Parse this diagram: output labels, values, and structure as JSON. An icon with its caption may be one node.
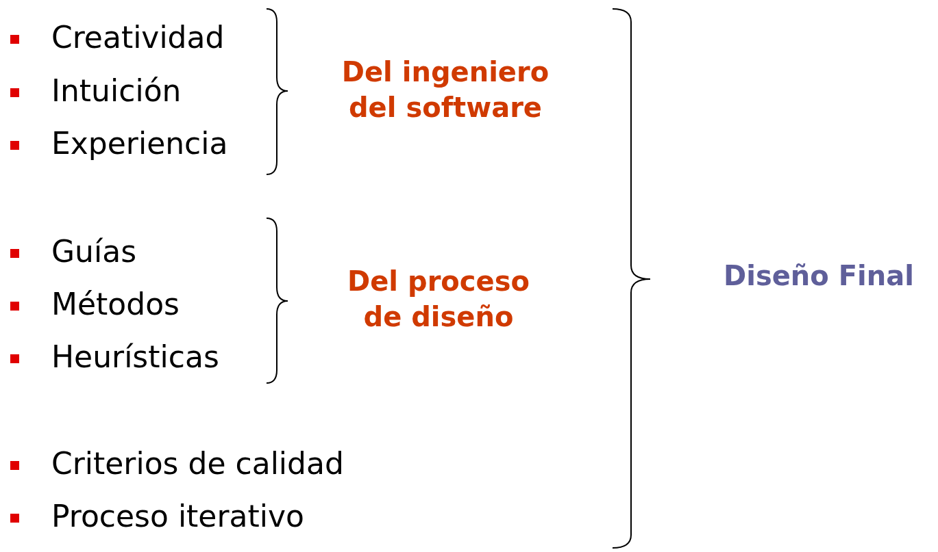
{
  "diagram": {
    "labels": [
      "Creatividad",
      "Intuición",
      "Experiencia",
      "Guías",
      "Métodos",
      "Heurísticas",
      "Criterios de calidad",
      "Proceso iterativo",
      "Del ingeniero del software",
      "Del proceso de diseño",
      "Diseño Final"
    ]
  }
}
